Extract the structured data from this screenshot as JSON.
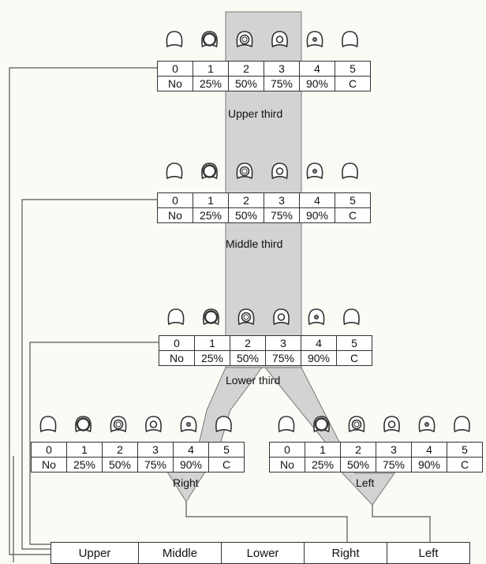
{
  "diagram": {
    "scale_levels": [
      "0",
      "1",
      "2",
      "3",
      "4",
      "5"
    ],
    "scale_values": [
      "No",
      "25%",
      "50%",
      "75%",
      "90%",
      "C"
    ],
    "colors": {
      "band": "#d3d3d3",
      "line": "#555555",
      "icon_stroke": "#333333"
    },
    "icons": [
      "open-ring-icon",
      "ring-25-icon",
      "ring-50-icon",
      "ring-75-icon",
      "ring-90-icon",
      "closed-ring-icon"
    ],
    "regions": [
      {
        "id": "upper",
        "label": "Upper third"
      },
      {
        "id": "middle",
        "label": "Middle third"
      },
      {
        "id": "lower",
        "label": "Lower third"
      },
      {
        "id": "right",
        "label": "Right"
      },
      {
        "id": "left",
        "label": "Left"
      }
    ],
    "bottom_row": [
      "Upper",
      "Middle",
      "Lower",
      "Right",
      "Left"
    ]
  }
}
